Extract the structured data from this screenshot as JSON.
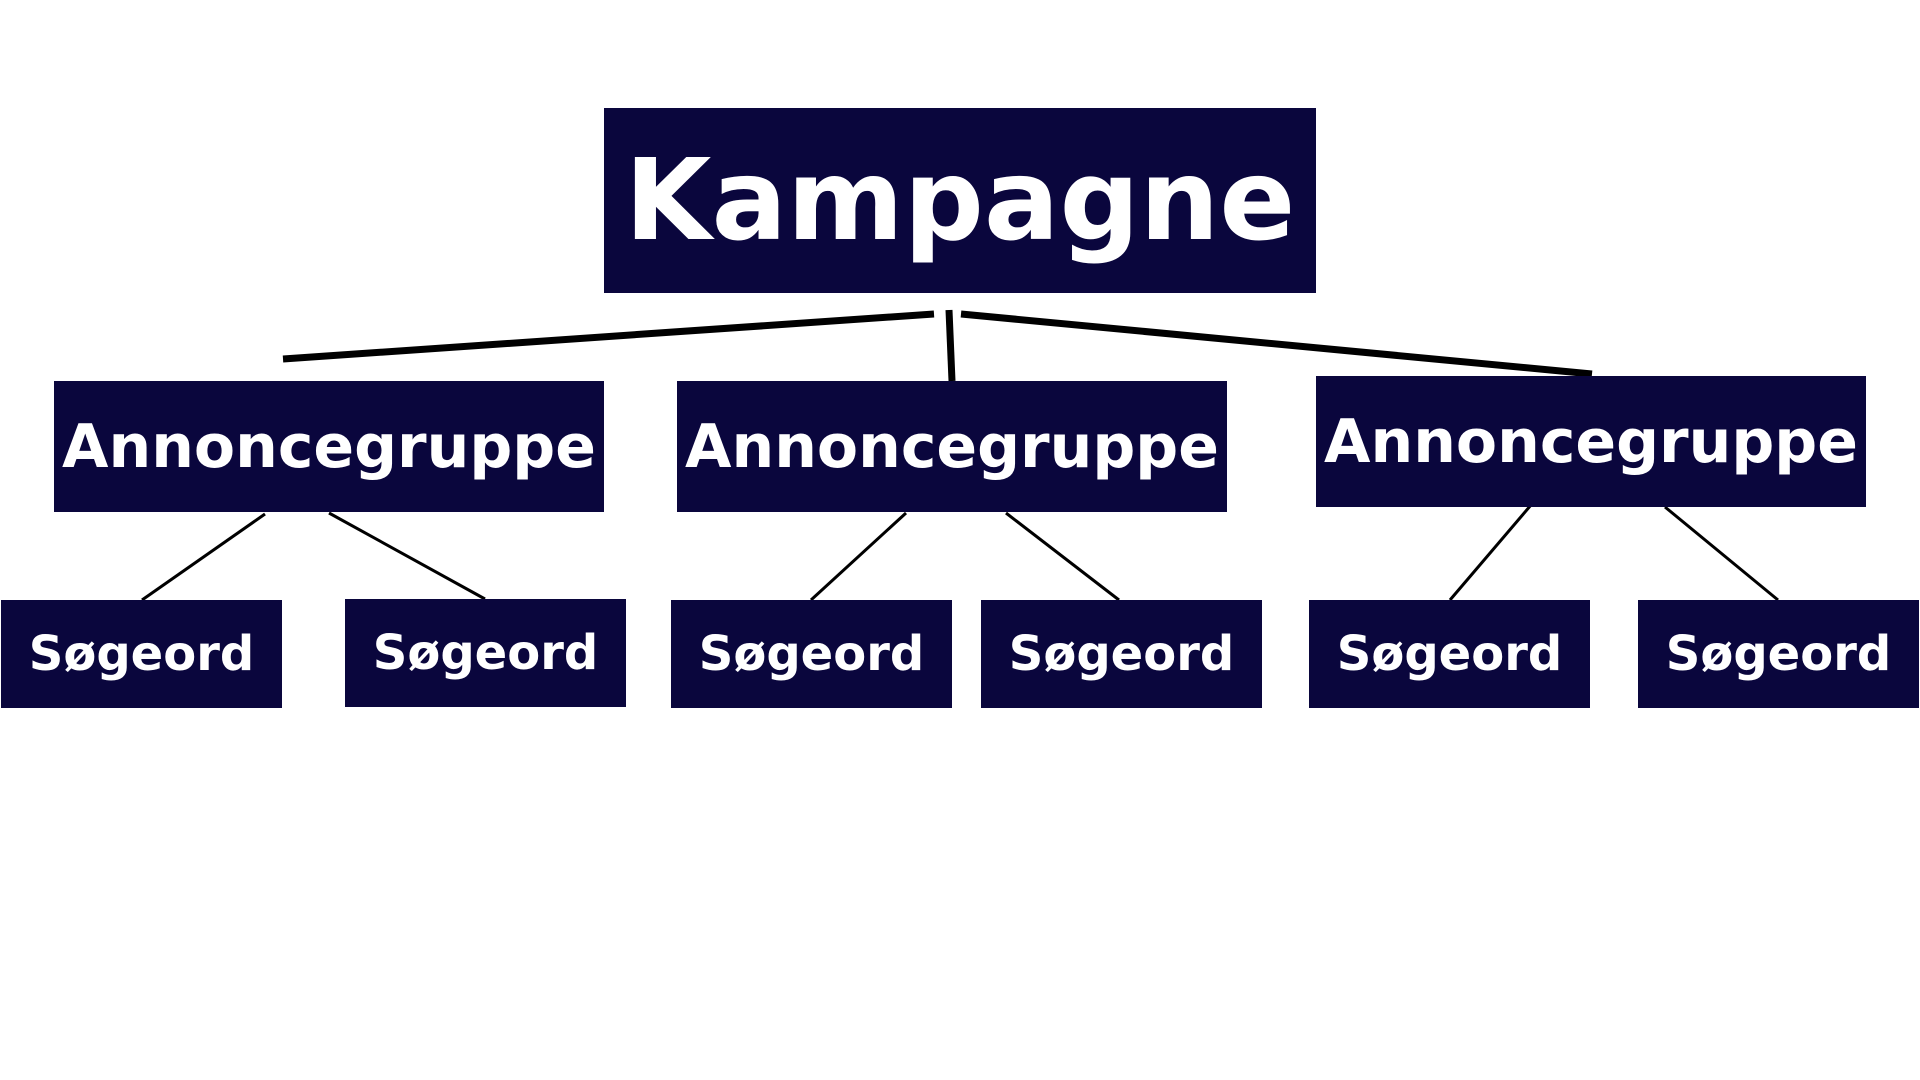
{
  "diagram": {
    "root": {
      "label": "Kampagne"
    },
    "groups": [
      {
        "label": "Annoncegruppe",
        "keywords": [
          "Søgeord",
          "Søgeord"
        ]
      },
      {
        "label": "Annoncegruppe",
        "keywords": [
          "Søgeord",
          "Søgeord"
        ]
      },
      {
        "label": "Annoncegruppe",
        "keywords": [
          "Søgeord",
          "Søgeord"
        ]
      }
    ]
  },
  "colors": {
    "node_fill": "#0a063d",
    "node_text": "#ffffff",
    "connector": "#000000",
    "background": "#ffffff"
  }
}
